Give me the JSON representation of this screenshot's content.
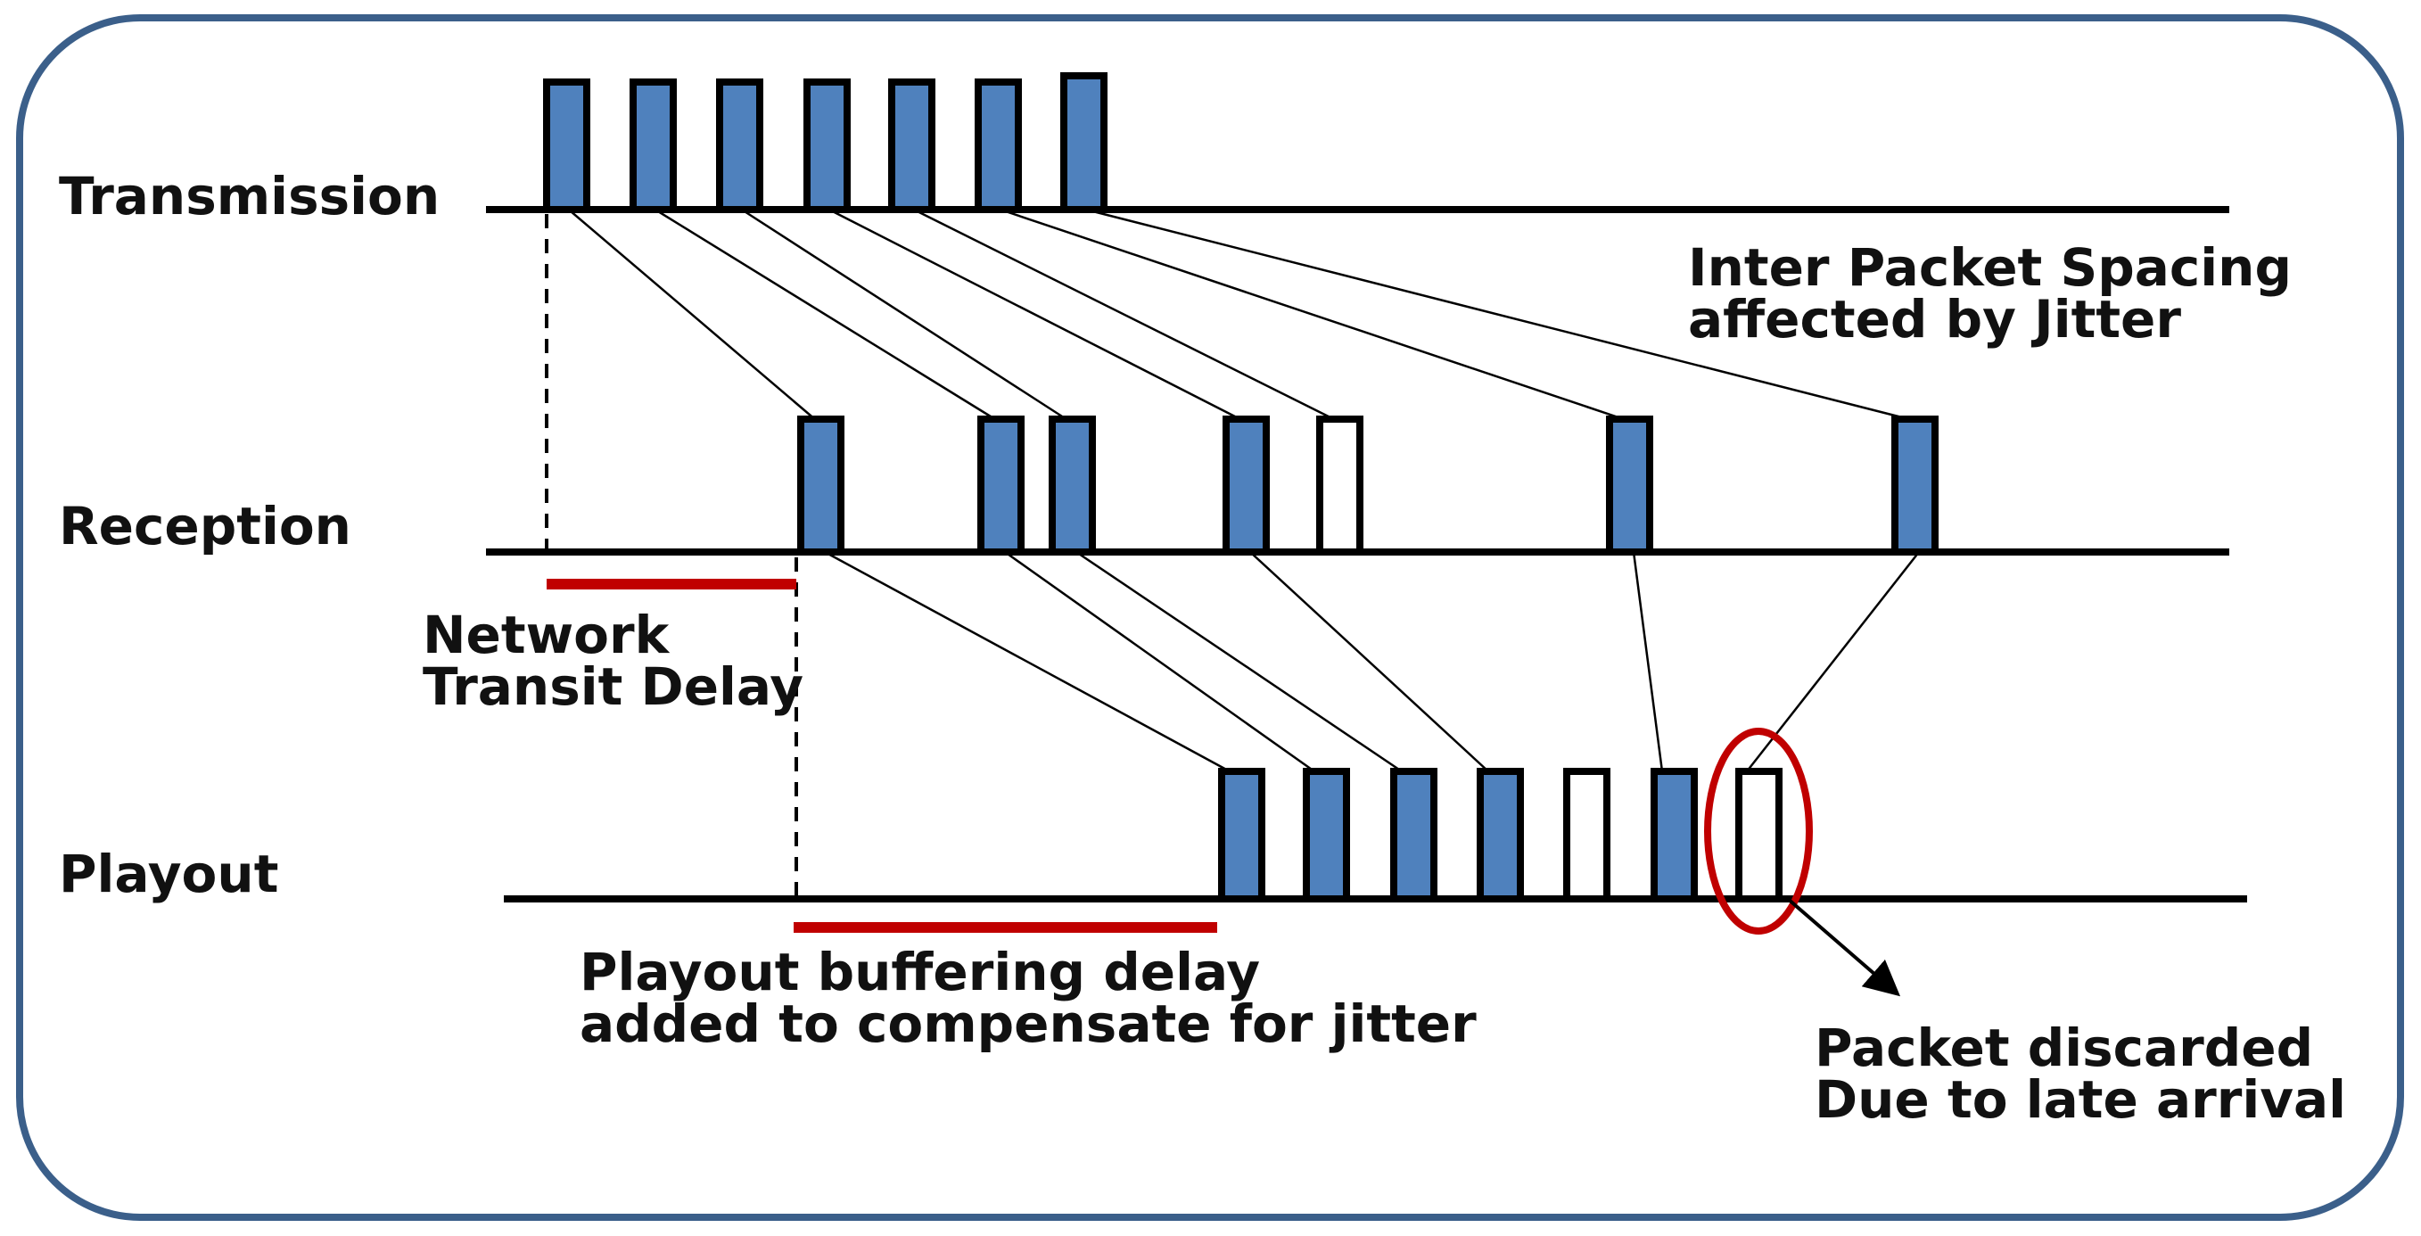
{
  "timelines": [
    {
      "id": "transmission",
      "label": "Transmission"
    },
    {
      "id": "reception",
      "label": "Reception"
    },
    {
      "id": "playout",
      "label": "Playout"
    }
  ],
  "packets": [
    {
      "index": 1,
      "received": true,
      "late": false
    },
    {
      "index": 2,
      "received": true,
      "late": false
    },
    {
      "index": 3,
      "received": true,
      "late": false
    },
    {
      "index": 4,
      "received": true,
      "late": false
    },
    {
      "index": 5,
      "received": false,
      "late": false
    },
    {
      "index": 6,
      "received": true,
      "late": false
    },
    {
      "index": 7,
      "received": true,
      "late": true
    }
  ],
  "annotations": {
    "jitter": [
      "Inter Packet Spacing",
      "affected by Jitter"
    ],
    "transit": [
      "Network",
      "Transit Delay"
    ],
    "buffering": [
      "Playout buffering delay",
      "added to compensate for jitter"
    ],
    "discard": [
      "Packet discarded",
      "Due to late arrival"
    ]
  },
  "colors": {
    "packet_fill": "#4f81bd",
    "packet_stroke": "#000000",
    "empty_fill": "#ffffff",
    "frame": "#3b5f8a",
    "delay_bar": "#c00000",
    "discard_ring": "#c00000"
  }
}
